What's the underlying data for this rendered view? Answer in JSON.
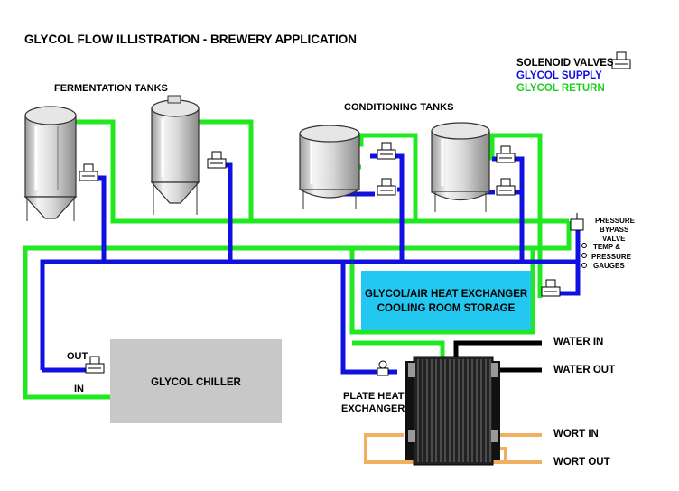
{
  "title": "GLYCOL FLOW ILLISTRATION - BREWERY APPLICATION",
  "legend": {
    "solenoid": "SOLENOID VALVES",
    "supply": "GLYCOL SUPPLY",
    "return": "GLYCOL RETURN"
  },
  "labels": {
    "fermentation": "FERMENTATION TANKS",
    "conditioning": "CONDITIONING TANKS",
    "heat_exchanger_line1": "GLYCOL/AIR HEAT EXCHANGER",
    "heat_exchanger_line2": "COOLING ROOM STORAGE",
    "chiller": "GLYCOL CHILLER",
    "chiller_out": "OUT",
    "chiller_in": "IN",
    "plate_line1": "PLATE HEAT",
    "plate_line2": "EXCHANGER",
    "water_in": "WATER IN",
    "water_out": "WATER OUT",
    "wort_in": "WORT IN",
    "wort_out": "WORT OUT",
    "bypass_line1": "PRESSURE",
    "bypass_line2": "BYPASS",
    "bypass_line3": "VALVE",
    "gauge_line1": "TEMP &",
    "gauge_line2": "PRESSURE",
    "gauge_line3": "GAUGES"
  },
  "colors": {
    "supply": "#1010e0",
    "return": "#22e822",
    "heat_exchanger_fill": "#22c8f0",
    "chiller_fill": "#c8c8c8",
    "wort_pipe": "#f0b060",
    "water_pipe": "#000000"
  }
}
